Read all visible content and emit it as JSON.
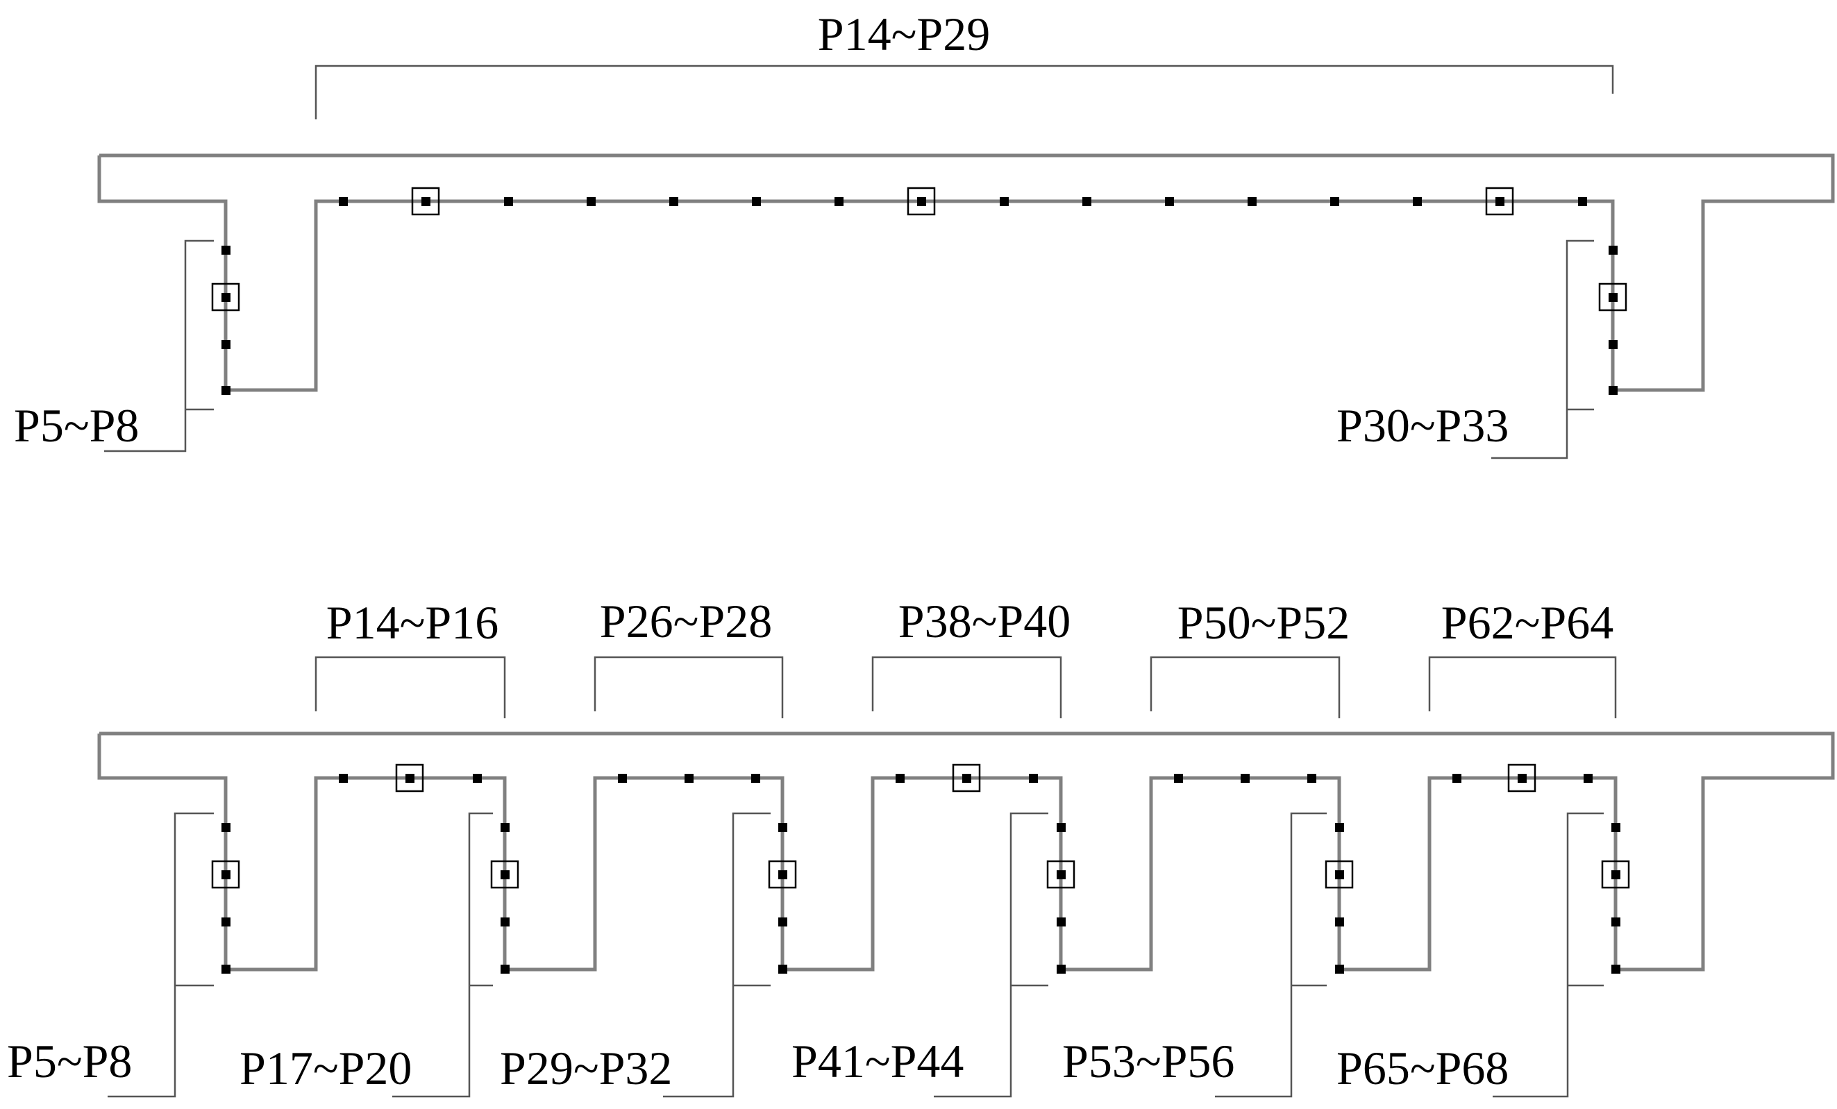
{
  "colors": {
    "outline": "#808080",
    "leader": "#555555",
    "point": "#000000",
    "background": "#ffffff"
  },
  "icons": {
    "point": "filled-square-marker",
    "sensor": "boxed-square-marker"
  },
  "diagram_top": {
    "labels": {
      "span": "P14~P29",
      "left_web": "P5~P8",
      "right_web": "P30~P33"
    }
  },
  "diagram_bottom": {
    "flange_labels": [
      "P14~P16",
      "P26~P28",
      "P38~P40",
      "P50~P52",
      "P62~P64"
    ],
    "web_labels": [
      "P5~P8",
      "P17~P20",
      "P29~P32",
      "P41~P44",
      "P53~P56",
      "P65~P68"
    ]
  }
}
